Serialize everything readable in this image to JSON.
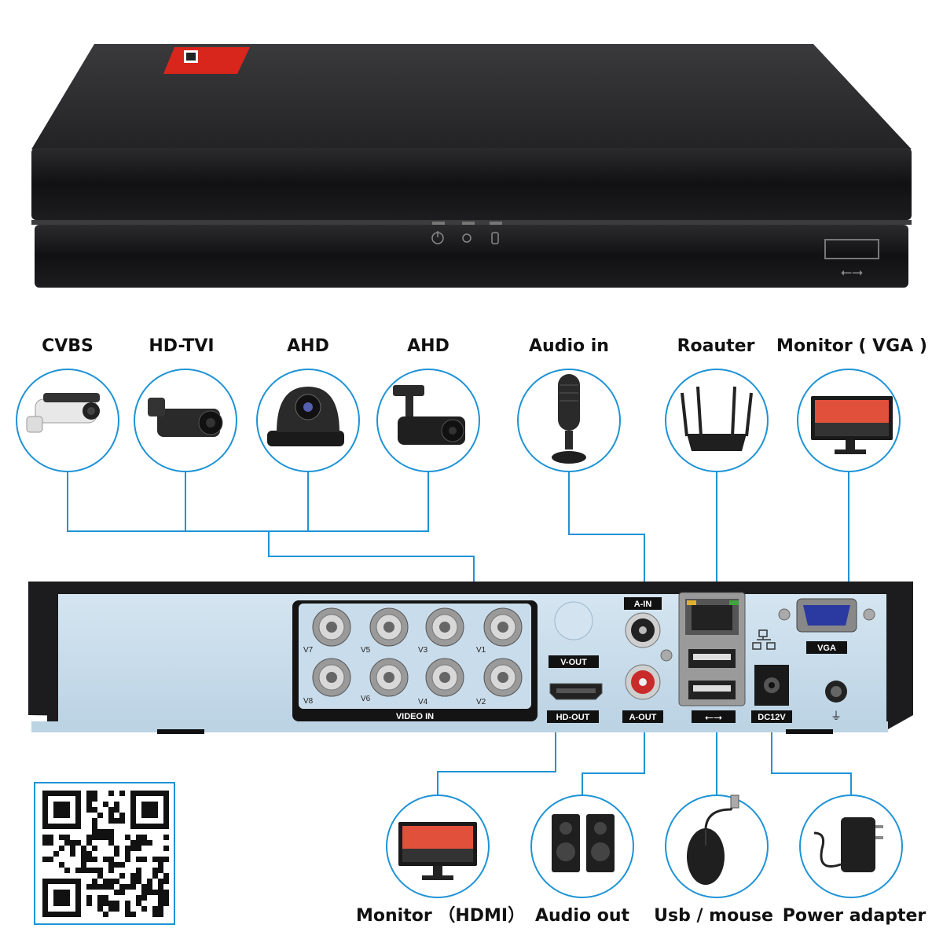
{
  "top_labels": {
    "cvbs": "CVBS",
    "hdtvi": "HD-TVI",
    "ahd1": "AHD",
    "ahd2": "AHD",
    "audio_in": "Audio in",
    "router": "Roauter",
    "monitor_vga": "Monitor ( VGA )"
  },
  "bottom_labels": {
    "monitor_hdmi": "Monitor （HDMI）",
    "audio_out": "Audio out",
    "usb_mouse": "Usb / mouse",
    "power_adapter": "Power adapter"
  },
  "ports": {
    "video_in": "VIDEO IN",
    "v_out": "V-OUT",
    "hd_out": "HD-OUT",
    "a_in": "A-IN",
    "a_out": "A-OUT",
    "vga": "VGA",
    "dc": "DC12V"
  },
  "channels": [
    "V7",
    "V5",
    "V3",
    "V1",
    "V8",
    "V6",
    "V4",
    "V2"
  ],
  "colors": {
    "line": "#1e93d6",
    "device": "#1c1c1e",
    "panel": "#c9dceb"
  }
}
